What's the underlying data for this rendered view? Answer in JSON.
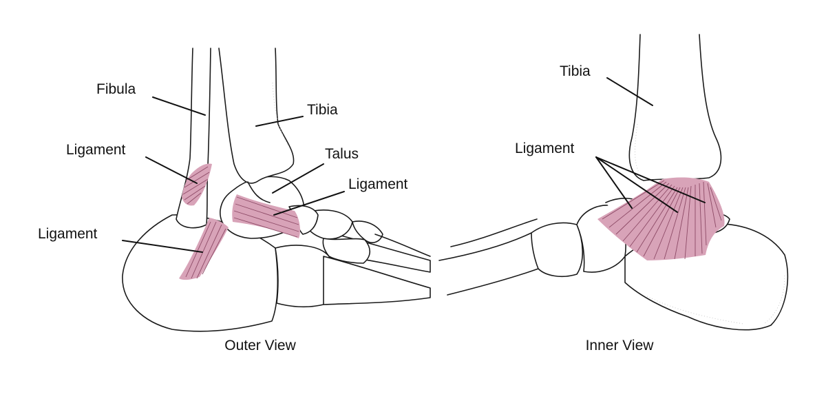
{
  "colors": {
    "ligament": "#d8a3b8",
    "ligament_stroke": "#8d4a66",
    "outline": "#1a1a1a"
  },
  "outer_view": {
    "caption": "Outer View",
    "labels": {
      "fibula": "Fibula",
      "tibia": "Tibia",
      "talus": "Talus",
      "ligament_1": "Ligament",
      "ligament_2": "Ligament",
      "ligament_3": "Ligament"
    }
  },
  "inner_view": {
    "caption": "Inner View",
    "labels": {
      "tibia": "Tibia",
      "ligament": "Ligament"
    }
  }
}
